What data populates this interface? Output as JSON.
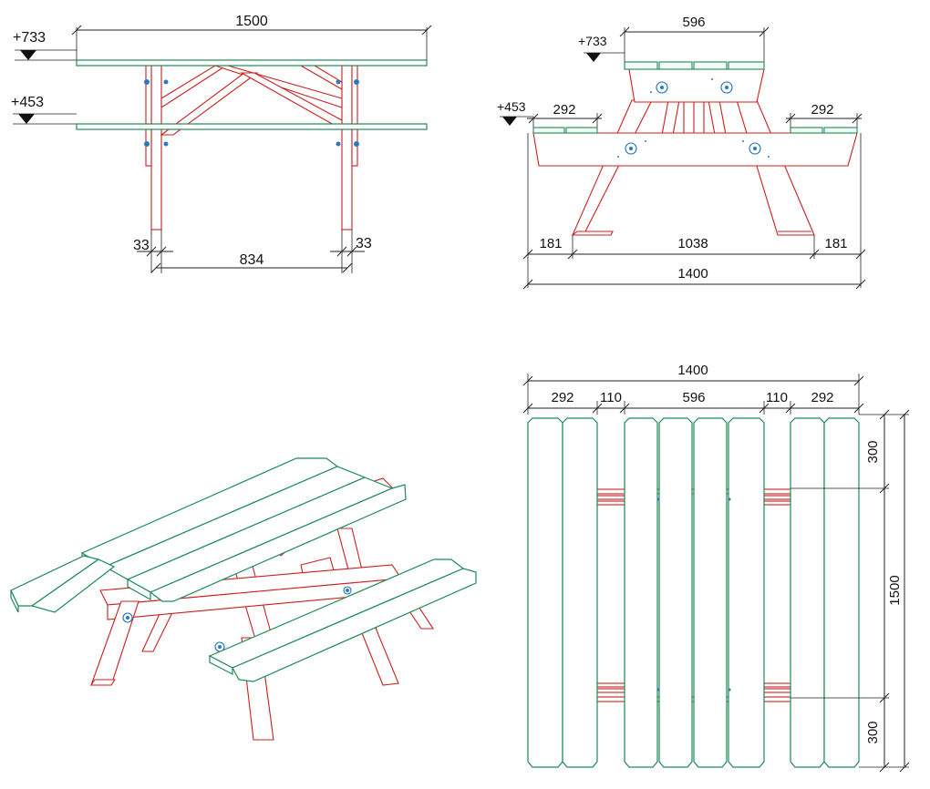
{
  "front_view": {
    "length": "1500",
    "level_top": "+733",
    "level_seat": "+453",
    "leg_left": "33",
    "leg_right": "33",
    "leg_span": "834"
  },
  "side_view": {
    "top_width": "596",
    "level_top": "+733",
    "level_seat": "+453",
    "seat_left": "292",
    "seat_right": "292",
    "foot_left": "181",
    "foot_span": "1038",
    "foot_right": "181",
    "total_width": "1400"
  },
  "plan_view": {
    "total_width": "1400",
    "seat_left": "292",
    "gap_left": "110",
    "top_width": "596",
    "gap_right": "110",
    "seat_right": "292",
    "end_top": "300",
    "length": "1500",
    "end_bottom": "300"
  },
  "colors": {
    "frame": "#cc1f1f",
    "planks": "#1e8a57",
    "bolts": "#1a6fb5",
    "dimensions": "#222222"
  }
}
